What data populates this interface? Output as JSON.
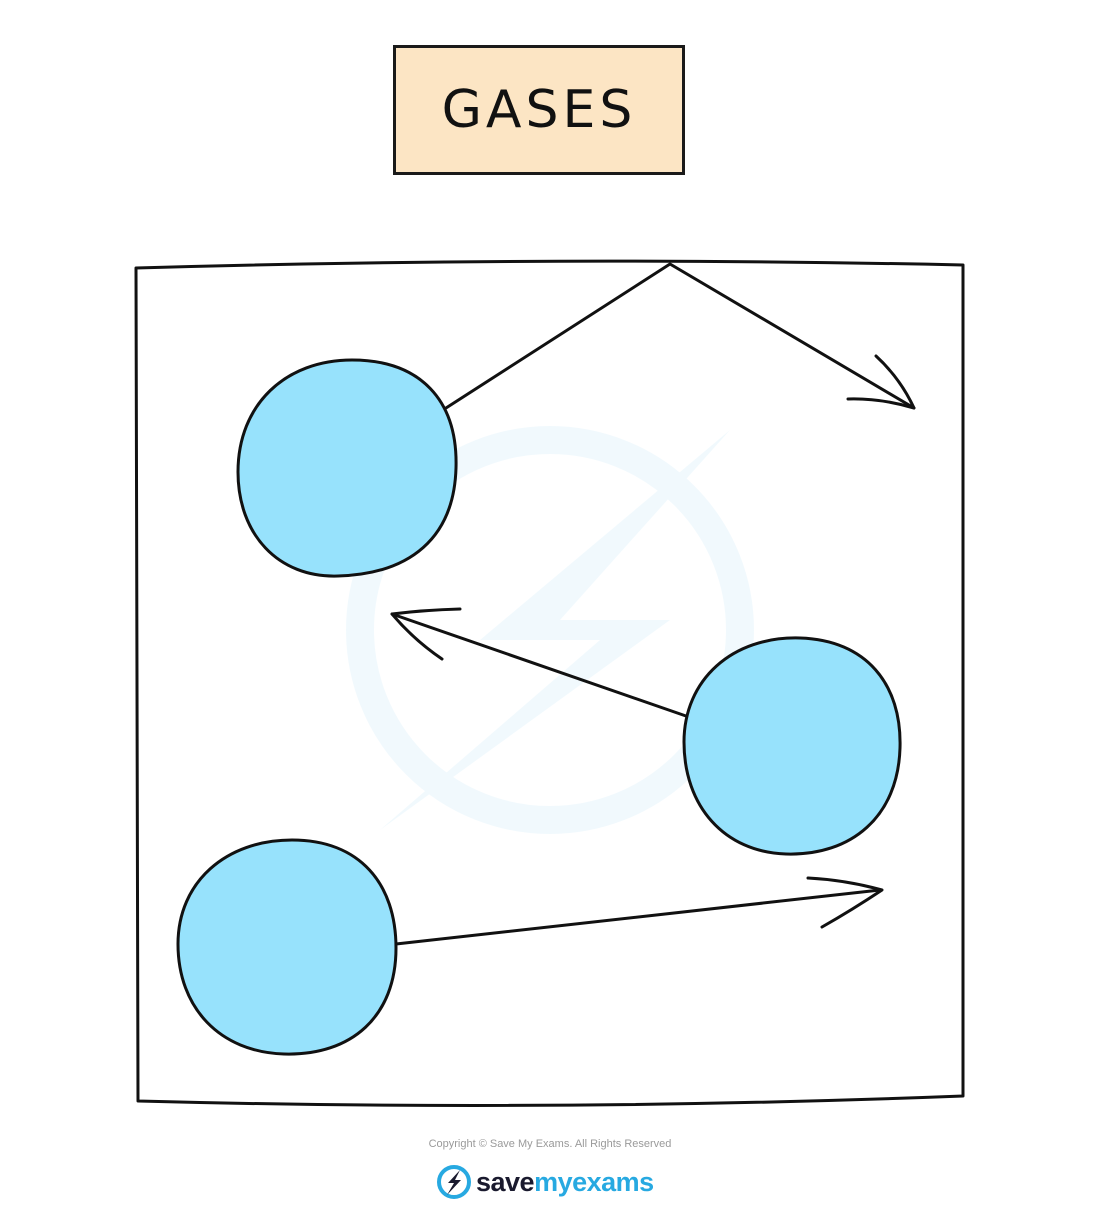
{
  "title": "GASES",
  "particle_color": "#97e2fc",
  "title_box_color": "#fce5c4",
  "outline_color": "#111111",
  "particles": [
    {
      "name": "particle-top-left",
      "arrow_direction": "up-right, bouncing off top wall"
    },
    {
      "name": "particle-middle-right",
      "arrow_direction": "up-left"
    },
    {
      "name": "particle-bottom-left",
      "arrow_direction": "right"
    }
  ],
  "footer": {
    "copyright": "Copyright © Save My Exams. All Rights Reserved",
    "brand_save": "save",
    "brand_my": "my",
    "brand_exams": "exams",
    "brand_icon": "lightning-bolt-icon",
    "brand_color": "#27a9e1"
  },
  "watermark_icon": "lightning-bolt-icon"
}
